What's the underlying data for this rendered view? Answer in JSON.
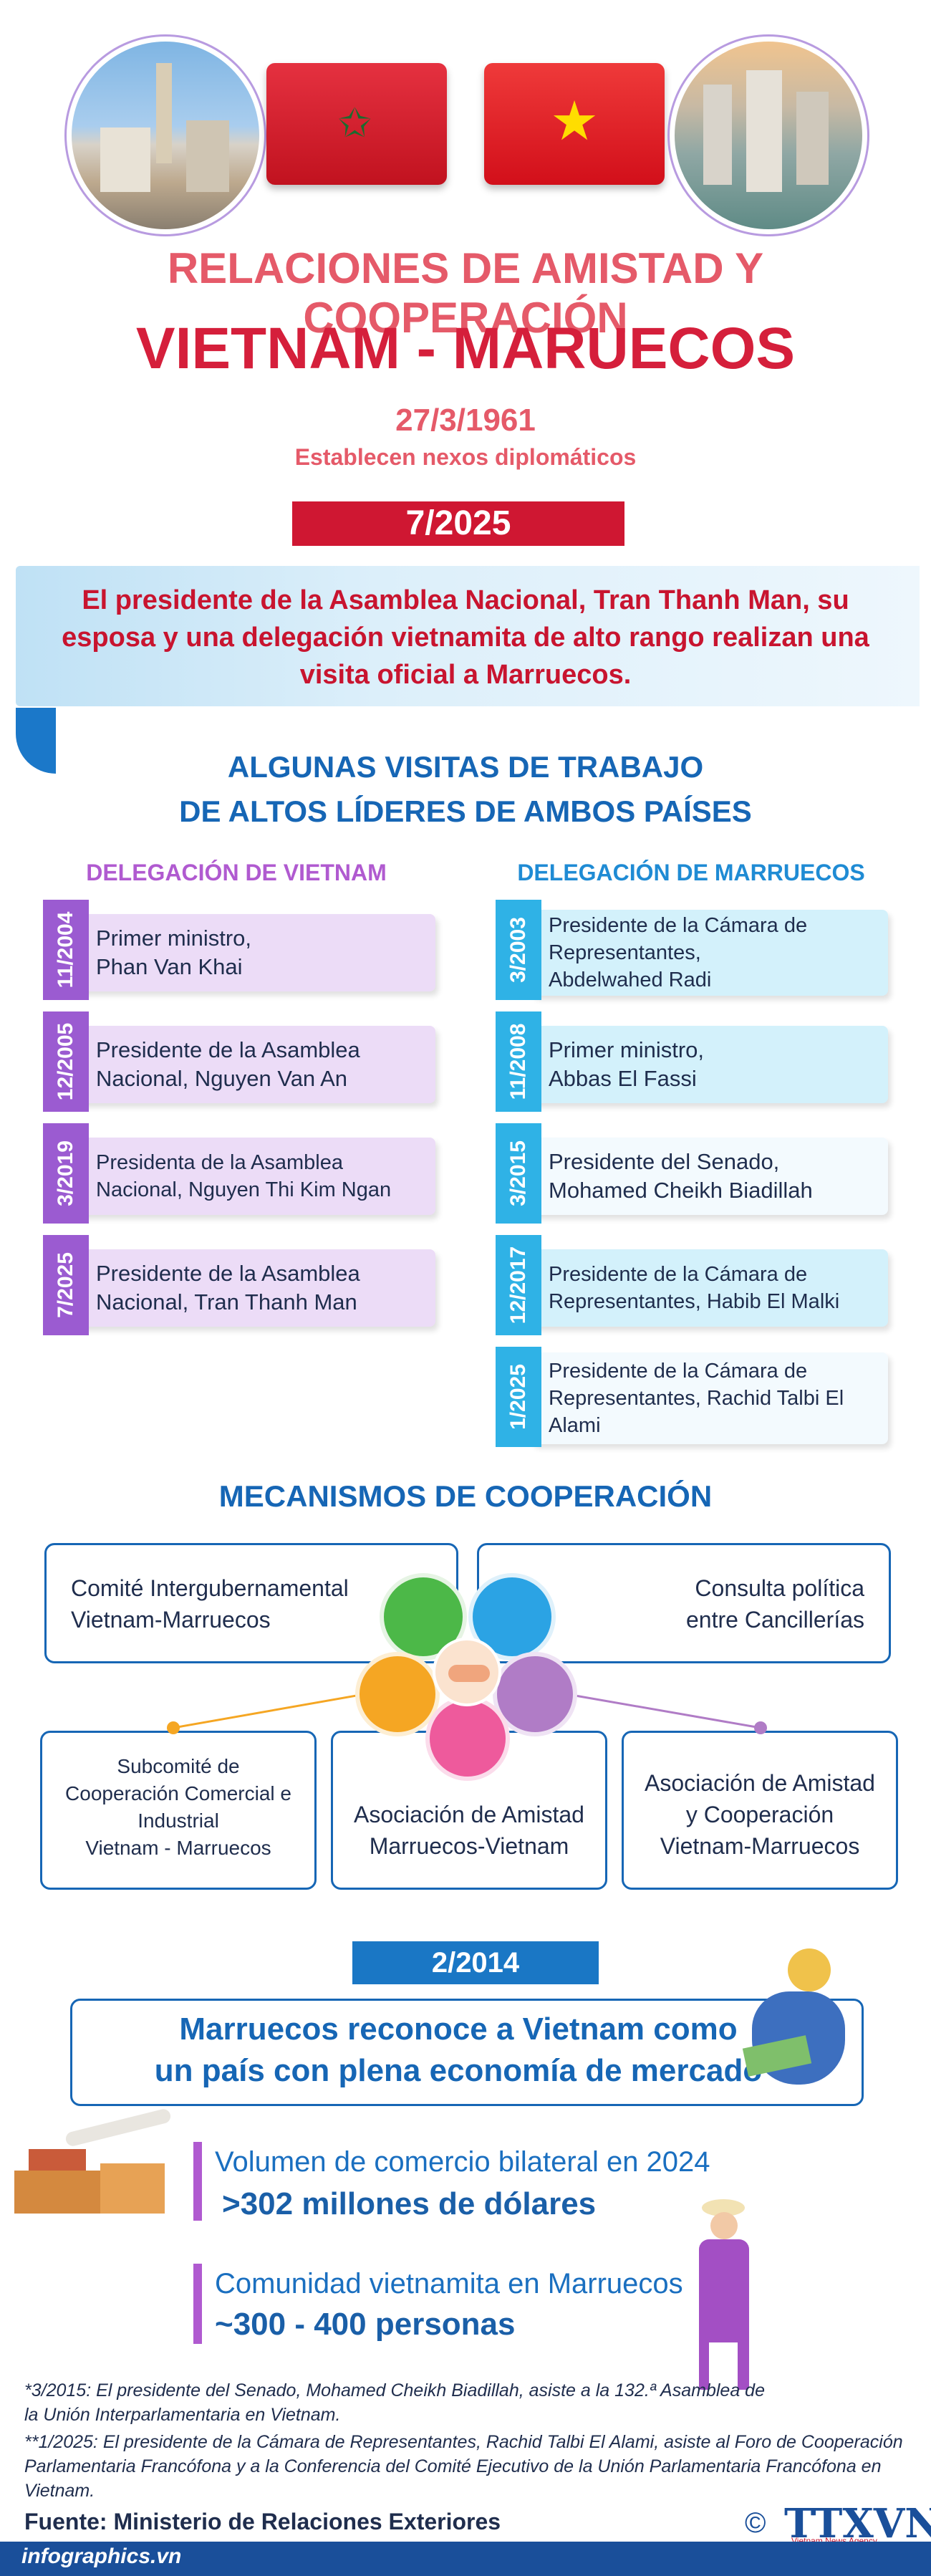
{
  "header": {
    "title_line1": "RELACIONES DE AMISTAD Y COOPERACIÓN",
    "title_line2": "VIETNAM - MARUECOS",
    "date": "27/3/1961",
    "date_caption": "Establecen nexos diplomáticos"
  },
  "highlight": {
    "label": "7/2025",
    "text": "El presidente de la Asamblea Nacional, Tran Thanh Man, su esposa y una delegación vietnamita de alto rango realizan una visita oficial a Marruecos."
  },
  "visits": {
    "title_line1": "ALGUNAS VISITAS DE TRABAJO",
    "title_line2": "DE ALTOS LÍDERES DE AMBOS PAÍSES",
    "vietnam_heading": "DELEGACIÓN DE VIETNAM",
    "morocco_heading": "DELEGACIÓN DE MARRUECOS",
    "vietnam": [
      {
        "date": "11/2004",
        "line1": "Primer ministro,",
        "line2": "Phan Van Khai",
        "line3": ""
      },
      {
        "date": "12/2005",
        "line1": "Presidente de la Asamblea",
        "line2": "Nacional, Nguyen Van An",
        "line3": ""
      },
      {
        "date": "3/2019",
        "line1": "Presidenta de la Asamblea",
        "line2": "Nacional, Nguyen Thi Kim Ngan",
        "line3": ""
      },
      {
        "date": "7/2025",
        "line1": "Presidente de la Asamblea",
        "line2": "Nacional, Tran Thanh Man",
        "line3": ""
      }
    ],
    "morocco": [
      {
        "date": "3/2003",
        "line1": "Presidente de la Cámara de",
        "line2": "Representantes,",
        "line3": "Abdelwahed Radi"
      },
      {
        "date": "11/2008",
        "line1": "Primer ministro,",
        "line2": "Abbas El Fassi",
        "line3": ""
      },
      {
        "date": "3/2015",
        "line1": "Presidente del Senado,",
        "line2": "Mohamed Cheikh Biadillah",
        "line3": ""
      },
      {
        "date": "12/2017",
        "line1": "Presidente de la Cámara de",
        "line2": "Representantes, Habib El Malki",
        "line3": ""
      },
      {
        "date": "1/2025",
        "line1": "Presidente de la Cámara de",
        "line2": "Representantes, Rachid Talbi El",
        "line3": "Alami"
      }
    ]
  },
  "mechanisms": {
    "title": "MECANISMOS DE COOPERACIÓN",
    "items": [
      {
        "line1": "Comité Intergubernamental",
        "line2": "Vietnam-Marruecos",
        "line3": ""
      },
      {
        "line1": "Consulta política",
        "line2": "entre Cancillerías",
        "line3": ""
      },
      {
        "line1": "Subcomité de",
        "line2": "Cooperación Comercial e",
        "line3": "Industrial",
        "line4": "Vietnam - Marruecos"
      },
      {
        "line1": "Asociación de Amistad",
        "line2": "Marruecos-Vietnam",
        "line3": ""
      },
      {
        "line1": "Asociación de Amistad",
        "line2": "y Cooperación",
        "line3": "Vietnam-Marruecos"
      }
    ],
    "colors": [
      "#4cb848",
      "#2ba3e4",
      "#f5a623",
      "#ee5a9c",
      "#b07cc6"
    ]
  },
  "economy": {
    "label": "2/2014",
    "line1": "Marruecos reconoce a Vietnam como",
    "line2": "un país con plena economía de mercado"
  },
  "stats": [
    {
      "label": "Volumen de comercio bilateral en 2024",
      "value": ">302 millones de dólares"
    },
    {
      "label": "Comunidad vietnamita en Marruecos",
      "value": "~300 - 400 personas"
    }
  ],
  "notes": {
    "note1_line1": "*3/2015: El presidente del Senado, Mohamed Cheikh Biadillah, asiste a la 132.ª Asamblea de",
    "note1_line2": "la Unión Interparlamentaria en Vietnam.",
    "note2_line1": "**1/2025: El presidente de la Cámara de Representantes, Rachid Talbi El Alami, asiste al Foro de Cooperación",
    "note2_line2": "Parlamentaria Francófona y a la Conferencia del Comité Ejecutivo de la Unión Parlamentaria Francófona en",
    "note2_line3": "Vietnam.",
    "source": "Fuente: Ministerio de Relaciones Exteriores"
  },
  "footer": {
    "site": "infographics.vn",
    "copyright": "©",
    "logo": "TTXVN",
    "logo_sub": "Vietnam News Agency"
  }
}
